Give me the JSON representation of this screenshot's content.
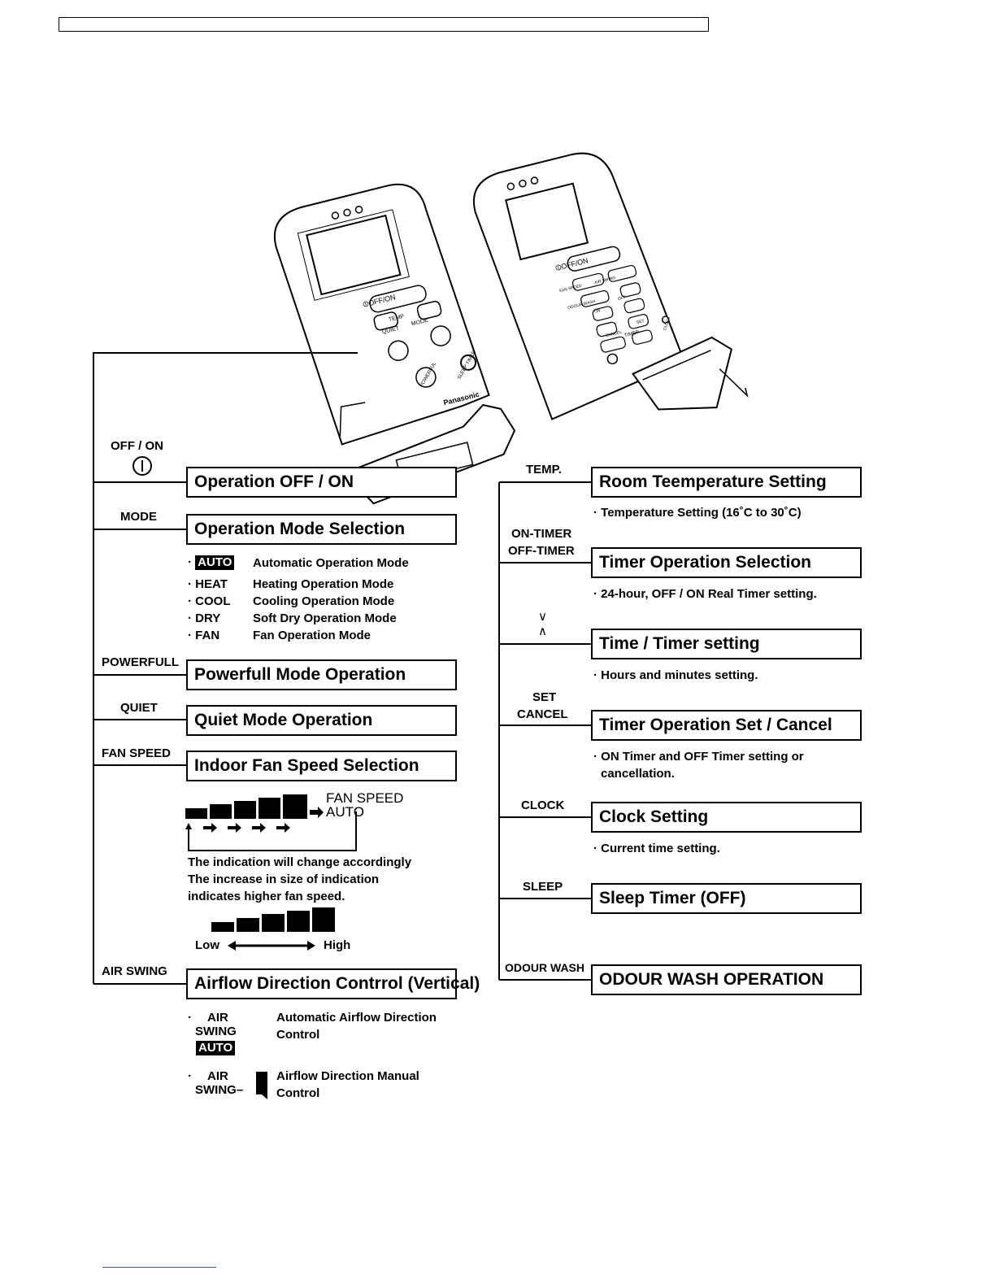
{
  "left": {
    "off_on": {
      "label": "OFF / ON",
      "box": "Operation OFF / ON"
    },
    "mode": {
      "label": "MODE",
      "box": "Operation Mode Selection",
      "items": [
        {
          "key": "AUTO",
          "desc": "Automatic Operation Mode"
        },
        {
          "key": "HEAT",
          "desc": "Heating Operation Mode"
        },
        {
          "key": "COOL",
          "desc": "Cooling Operation Mode"
        },
        {
          "key": "DRY",
          "desc": "Soft Dry Operation Mode"
        },
        {
          "key": "FAN",
          "desc": "Fan Operation Mode"
        }
      ]
    },
    "powerfull": {
      "label": "POWERFULL",
      "box": "Powerfull Mode Operation"
    },
    "quiet": {
      "label": "QUIET",
      "box": "Quiet Mode Operation"
    },
    "fan_speed": {
      "label": "FAN SPEED",
      "box": "Indoor Fan Speed Selection",
      "indicator_fan": "FAN SPEED",
      "indicator_auto": "AUTO",
      "note1": "The indication will change accordingly",
      "note2": "The increase in size of indication",
      "note3": "indicates higher fan speed.",
      "low": "Low",
      "high": "High"
    },
    "air_swing": {
      "label": "AIR SWING",
      "box": "Airflow Direction Contrrol (Vertical)",
      "auto_line1": "AIR",
      "auto_line2": "SWING",
      "auto_badge": "AUTO",
      "auto_desc1": "Automatic Airflow Direction",
      "auto_desc2": "Control",
      "manual_line1": "AIR",
      "manual_line2": "SWING–",
      "manual_desc1": "Airflow Direction Manual",
      "manual_desc2": "Control"
    }
  },
  "right": {
    "temp": {
      "label": "TEMP.",
      "box": "Room Teemperature Setting",
      "note": "· Temperature Setting (16˚C to 30˚C)"
    },
    "timer": {
      "label1": "ON-TIMER",
      "label2": "OFF-TIMER",
      "box": "Timer Operation Selection",
      "note": "· 24-hour, OFF / ON Real Timer setting."
    },
    "time": {
      "label1": "∨",
      "label2": "∧",
      "box": "Time / Timer setting",
      "note": "· Hours and minutes setting."
    },
    "set_cancel": {
      "label1": "SET",
      "label2": "CANCEL",
      "box": "Timer Operation Set / Cancel",
      "note1": "· ON Timer and OFF Timer setting or",
      "note2": "cancellation."
    },
    "clock": {
      "label": "CLOCK",
      "box": "Clock Setting",
      "note": "· Current time setting."
    },
    "sleep": {
      "label": "SLEEP",
      "box": "Sleep Timer (OFF)"
    },
    "odour": {
      "label": "ODOUR WASH",
      "box": "ODOUR WASH OPERATION"
    }
  },
  "remote1": {
    "off_on": "⏼OFF/ON",
    "temp": "TEMP",
    "quiet": "QUIET",
    "mode": "MODE",
    "powerful": "POWERFUL",
    "sleep": "SLEEP TIMER",
    "brand": "Panasonic"
  },
  "remote2": {
    "off_on": "⏼OFF/ON",
    "fan_speed": "FAN SPEED",
    "air_swing": "AIR SWING",
    "odour": "ODOUR WASH",
    "on": "ON",
    "off": "OFF",
    "set": "SET",
    "cancel": "CANCEL",
    "timer": "TIMER",
    "clock": "CLOCK"
  }
}
